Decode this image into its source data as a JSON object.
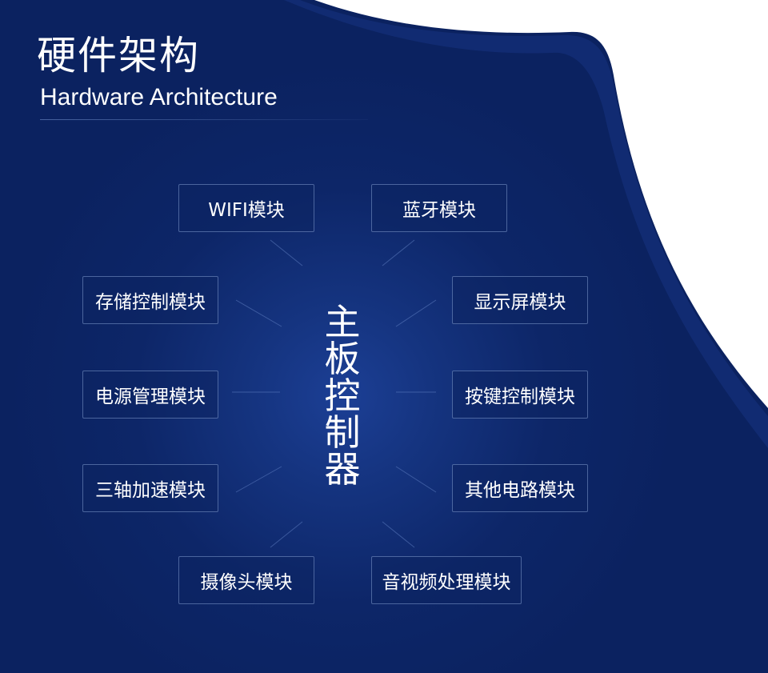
{
  "header": {
    "title_cn": "硬件架构",
    "title_en": "Hardware Architecture"
  },
  "diagram": {
    "center": "主板控制器",
    "modules": [
      "WIFI模块",
      "蓝牙模块",
      "存储控制模块",
      "显示屏模块",
      "电源管理模块",
      "按键控制模块",
      "三轴加速模块",
      "其他电路模块",
      "摄像头模块",
      "音视频处理模块"
    ]
  },
  "colors": {
    "background": "#0b2260",
    "corner": "#ffffff",
    "text": "#ffffff",
    "box_border": "#809bcd"
  }
}
